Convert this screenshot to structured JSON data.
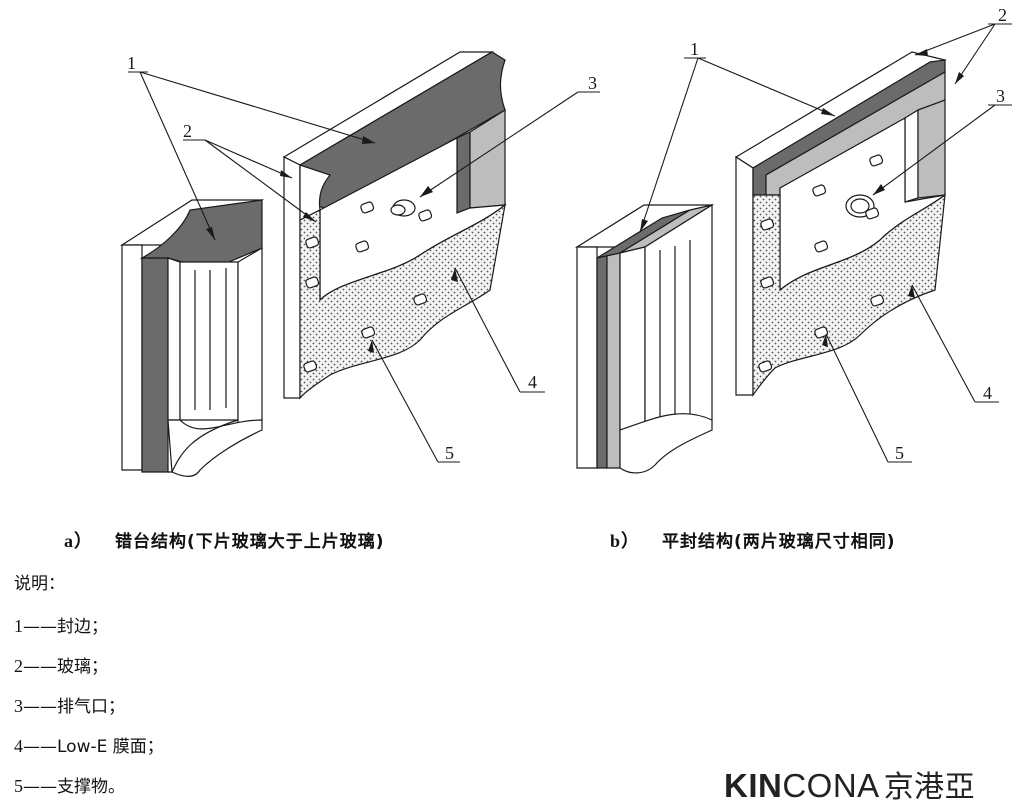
{
  "figure": {
    "callouts": [
      "1",
      "2",
      "3",
      "4",
      "5"
    ],
    "caption_a": {
      "tag": "a）",
      "text": "错台结构(下片玻璃大于上片玻璃)"
    },
    "caption_b": {
      "tag": "b）",
      "text": "平封结构(两片玻璃尺寸相同)"
    }
  },
  "legend": {
    "title": "说明：",
    "items": [
      {
        "num": "1",
        "sep": "——",
        "text": "封边；"
      },
      {
        "num": "2",
        "sep": "——",
        "text": "玻璃；"
      },
      {
        "num": "3",
        "sep": "——",
        "text": "排气口；"
      },
      {
        "num": "4",
        "sep": "——",
        "text": "Low-E 膜面；"
      },
      {
        "num": "5",
        "sep": "——",
        "text": "支撑物。"
      }
    ]
  },
  "brand": {
    "bold": "KIN",
    "light": "CONA",
    "chinese": "京港亞"
  },
  "colors": {
    "edge_seal": "#6b6b6b",
    "glass": "#bdbdbd",
    "line": "#1a1a1a"
  }
}
